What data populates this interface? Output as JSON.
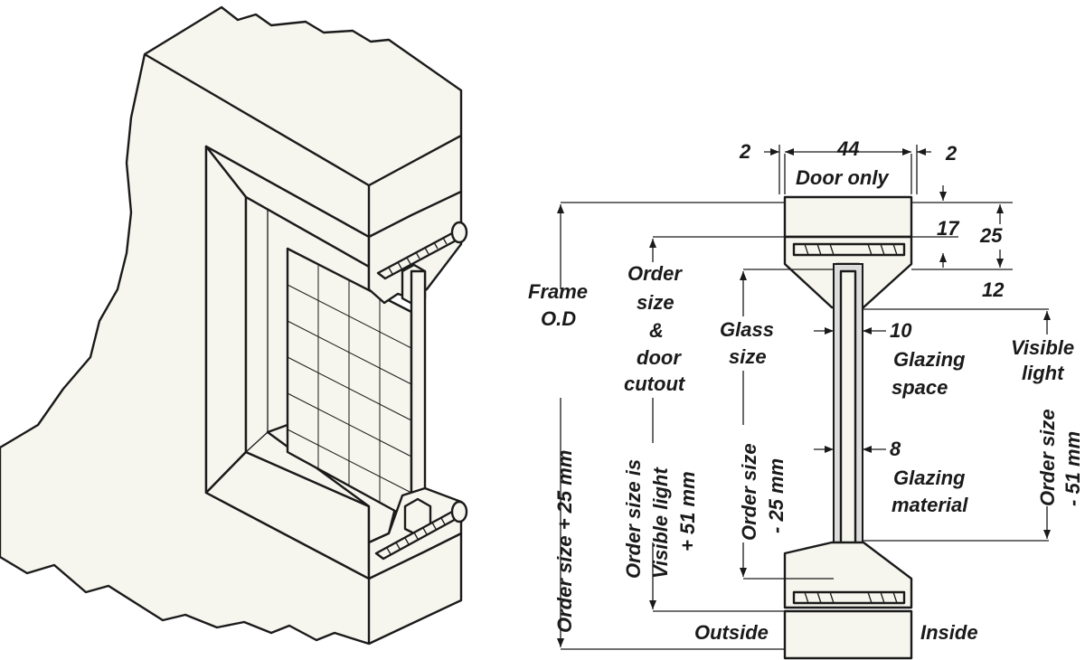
{
  "labels": {
    "dim_left_reveal": "2",
    "dim_width": "44",
    "dim_right_reveal": "2",
    "door_only": "Door only",
    "frame_od_1": "Frame",
    "frame_od_2": "O.D",
    "order_size_plus_25": "Order size + 25 mm",
    "order_size_cutout_1": "Order",
    "order_size_cutout_2": "size",
    "order_size_cutout_3": "&",
    "order_size_cutout_4": "door",
    "order_size_cutout_5": "cutout",
    "order_size_is_1": "Order size is",
    "order_size_is_2": "Visible light",
    "order_size_is_3": "+ 51 mm",
    "glass_size_1": "Glass",
    "glass_size_2": "size",
    "order_minus_25_1": "Order size",
    "order_minus_25_2": "- 25 mm",
    "dim_17": "17",
    "dim_25": "25",
    "dim_12": "12",
    "dim_10": "10",
    "glazing_space_1": "Glazing",
    "glazing_space_2": "space",
    "dim_8": "8",
    "glazing_material_1": "Glazing",
    "glazing_material_2": "material",
    "visible_light_1": "Visible",
    "visible_light_2": "light",
    "order_minus_51_1": "Order size",
    "order_minus_51_2": "- 51 mm",
    "outside": "Outside",
    "inside": "Inside"
  }
}
